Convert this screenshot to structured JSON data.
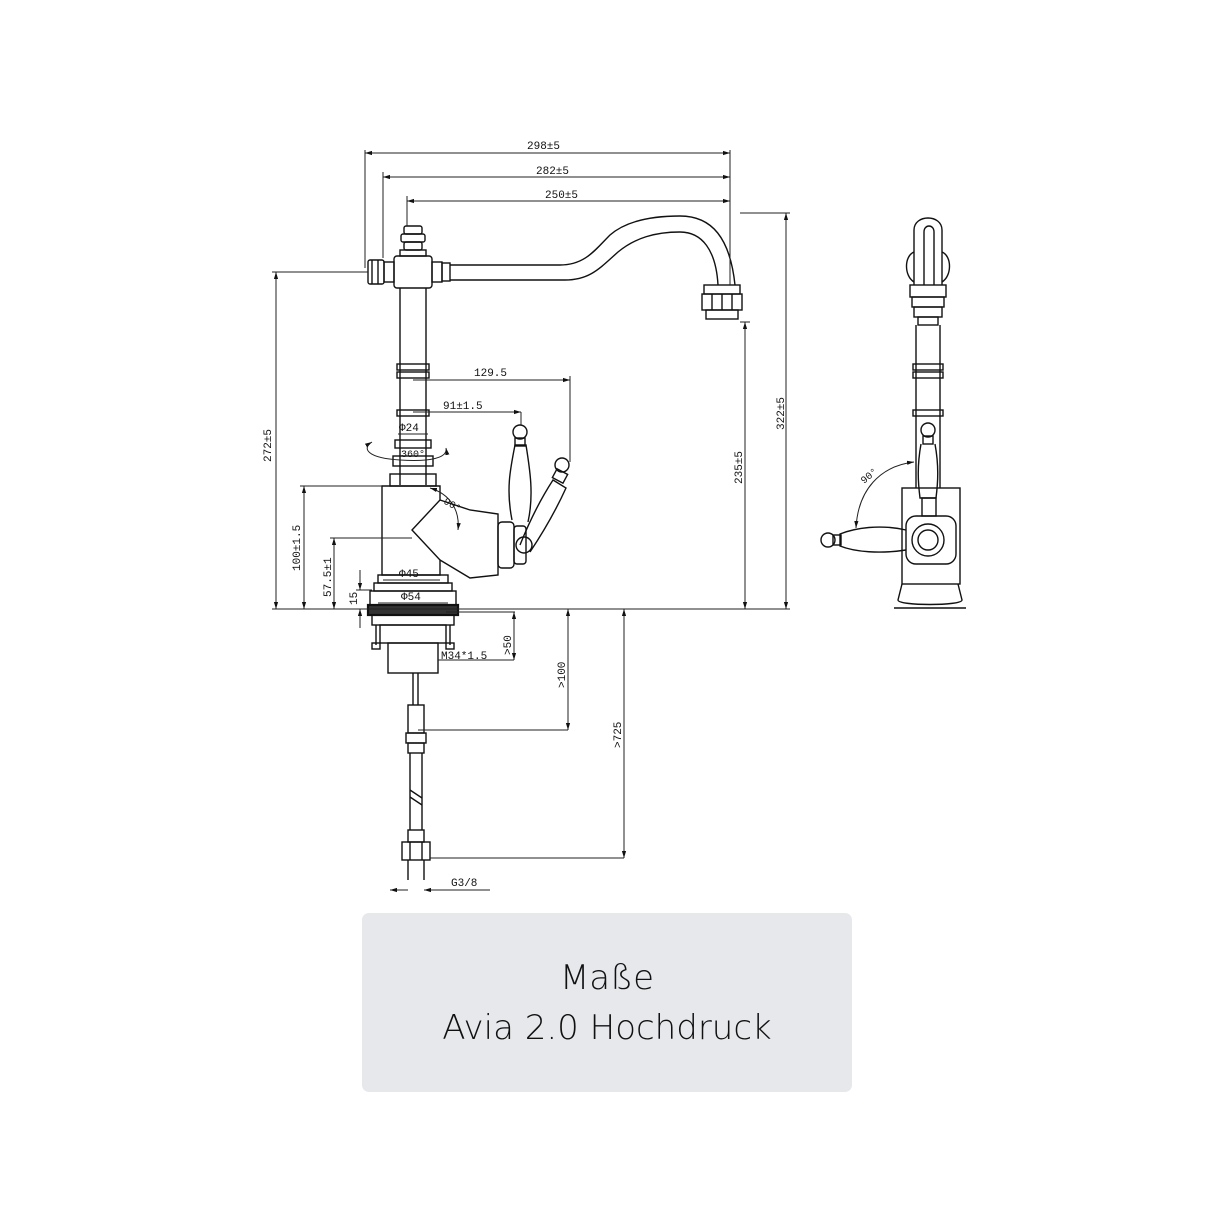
{
  "dimensions": {
    "width_298": "298±5",
    "width_282": "282±5",
    "width_250": "250±5",
    "reach_129": "129.5",
    "reach_91": "91±1.5",
    "dia_24": "Φ24",
    "rotation": "360°",
    "angle_front": "90°",
    "height_272": "272±5",
    "height_322": "322±5",
    "height_235": "235±5",
    "height_100": "100±1.5",
    "height_57": "57.5±1",
    "height_15": "15",
    "dia_45": "Φ45",
    "dia_54": "Φ54",
    "thread": "M34*1.5",
    "depth_50": ">50",
    "depth_100": ">100",
    "depth_725": ">725",
    "connection": "G3/8",
    "angle_side": "90°"
  },
  "caption": {
    "line1": "Maße",
    "line2": "Avia 2.0 Hochdruck"
  }
}
